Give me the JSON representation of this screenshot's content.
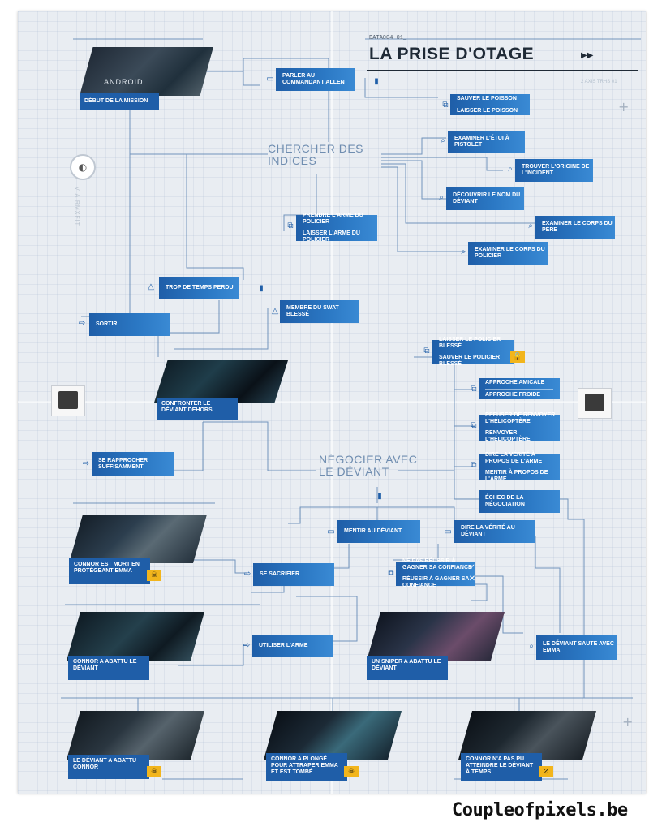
{
  "header": {
    "code": "DATA004 01_",
    "title": "LA PRISE D'OTAGE",
    "skip_icon": "fast-forward-icon",
    "subtle_text": "2 AXIS TRHS 01"
  },
  "side": {
    "vertical_text": "VIA RMXFIT",
    "logo_icon": "cyberlife-logo-icon"
  },
  "sections": {
    "search": "CHERCHER DES INDICES",
    "negotiate": "NÉGOCIER AVEC LE DÉVIANT"
  },
  "nodes": {
    "parler": "PARLER AU COMMANDANT ALLEN",
    "poisson_a": "SAUVER LE POISSON",
    "poisson_b": "LAISSER LE POISSON",
    "etui": "EXAMINER L'ÉTUI À PISTOLET",
    "origine": "TROUVER L'ORIGINE DE L'INCIDENT",
    "nom": "DÉCOUVRIR LE NOM DU DÉVIANT",
    "pere": "EXAMINER LE CORPS DU PÈRE",
    "policier_corps": "EXAMINER LE CORPS DU POLICIER",
    "arme_a": "PRENDRE L'ARME DU POLICIER",
    "arme_b": "LAISSER L'ARME DU POLICIER",
    "temps_perdu": "TROP DE TEMPS PERDU",
    "swat": "MEMBRE DU SWAT BLESSÉ",
    "sortir": "SORTIR",
    "blesse_a": "LAISSER LE POLICIER BLESSÉ",
    "blesse_b": "SAUVER LE POLICIER BLESSÉ",
    "approche_a": "APPROCHE AMICALE",
    "approche_b": "APPROCHE FROIDE",
    "helico_a": "REFUSER DE RENVOYER L'HÉLICOPTÈRE",
    "helico_b": "RENVOYER L'HÉLICOPTÈRE",
    "verite_a": "DIRE LA VÉRITÉ À PROPOS DE L'ARME",
    "verite_b": "MENTIR À PROPOS DE L'ARME",
    "echec": "ÉCHEC DE LA NÉGOCIATION",
    "rapprocher": "SE RAPPROCHER SUFFISAMMENT",
    "mentir": "MENTIR AU DÉVIANT",
    "dire_verite": "DIRE LA VÉRITÉ AU DÉVIANT",
    "sacrifier": "SE SACRIFIER",
    "confiance_a": "NE PAS RÉUSSIR À GAGNER SA CONFIANCE",
    "confiance_b": "RÉUSSIR À GAGNER SA CONFIANCE",
    "utiliser_arme": "UTILISER L'ARME",
    "saute": "LE DÉVIANT SAUTE AVEC EMMA"
  },
  "scenes": {
    "debut": "DÉBUT DE LA MISSION",
    "debut_sign": "ANDROID",
    "confronter": "CONFRONTER LE DÉVIANT DEHORS",
    "mort": "CONNOR EST MORT EN PROTÉGEANT EMMA",
    "abattu": "CONNOR A ABATTU LE DÉVIANT",
    "sniper": "UN SNIPER A ABATTU LE DÉVIANT",
    "connor_abattu": "LE DÉVIANT A ABATTU CONNOR",
    "plonge": "CONNOR A PLONGÉ POUR ATTRAPER EMMA ET EST TOMBÉ",
    "temps": "CONNOR N'A PAS PU ATTEINDRE LE DÉVIANT À TEMPS"
  },
  "icons": {
    "talk": "chat-icon",
    "choice": "choice-icon",
    "search": "magnifier-icon",
    "warning": "triangle-icon",
    "action": "arrow-icon",
    "skull": "skull-icon",
    "lock": "lock-icon",
    "forbidden": "forbidden-icon",
    "check": "check-icon",
    "cross": "cross-icon"
  },
  "watermark": "Coupleofpixels.be",
  "colors": {
    "node_blue": "#1f5ea8",
    "badge_yellow": "#f2b51c",
    "paper": "#e9edf2"
  }
}
